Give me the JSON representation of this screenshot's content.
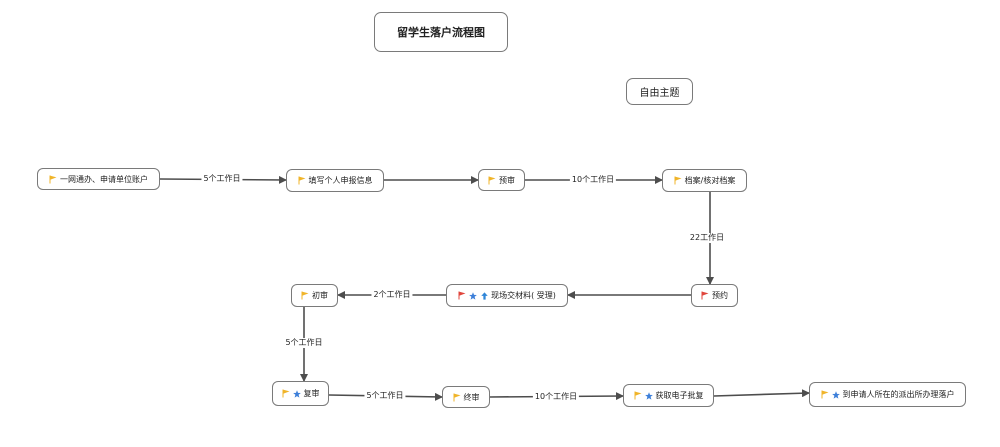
{
  "diagram": {
    "title": "留学生落户流程图",
    "subtitle": "自由主题",
    "colors": {
      "flag_yellow": "#f0b429",
      "flag_red": "#e0453c",
      "star_blue": "#3d7fd9",
      "arrow_up_blue": "#2f86d8",
      "edge": "#4d4d4d"
    },
    "nodes": [
      {
        "id": "n1",
        "text": "一网通办、申请单位账户",
        "icons": [
          "flag-yellow"
        ]
      },
      {
        "id": "n2",
        "text": "填写个人申报信息",
        "icons": [
          "flag-yellow"
        ]
      },
      {
        "id": "n3",
        "text": "预审",
        "icons": [
          "flag-yellow"
        ]
      },
      {
        "id": "n4",
        "text": "档案/核对档案",
        "icons": [
          "flag-yellow"
        ]
      },
      {
        "id": "n5",
        "text": "预约",
        "icons": [
          "flag-red"
        ]
      },
      {
        "id": "n6",
        "text": "现场交材料( 受理)",
        "icons": [
          "flag-red",
          "star-blue",
          "arrow-up-blue"
        ]
      },
      {
        "id": "n7",
        "text": "初审",
        "icons": [
          "flag-yellow"
        ]
      },
      {
        "id": "n8",
        "text": "复审",
        "icons": [
          "flag-yellow",
          "star-blue"
        ]
      },
      {
        "id": "n9",
        "text": "终审",
        "icons": [
          "flag-yellow"
        ]
      },
      {
        "id": "n10",
        "text": "获取电子批复",
        "icons": [
          "flag-yellow",
          "star-blue"
        ]
      },
      {
        "id": "n11",
        "text": "到申请人所在的派出所办理落户",
        "icons": [
          "flag-yellow",
          "star-blue"
        ]
      }
    ],
    "edges": [
      {
        "from": "n1",
        "to": "n2",
        "label": "5个工作日"
      },
      {
        "from": "n2",
        "to": "n3",
        "label": ""
      },
      {
        "from": "n3",
        "to": "n4",
        "label": "10个工作日"
      },
      {
        "from": "n4",
        "to": "n5",
        "label": "22工作日"
      },
      {
        "from": "n5",
        "to": "n6",
        "label": ""
      },
      {
        "from": "n6",
        "to": "n7",
        "label": "2个工作日"
      },
      {
        "from": "n7",
        "to": "n8",
        "label": "5个工作日"
      },
      {
        "from": "n8",
        "to": "n9",
        "label": "5个工作日"
      },
      {
        "from": "n9",
        "to": "n10",
        "label": "10个工作日"
      },
      {
        "from": "n10",
        "to": "n11",
        "label": ""
      }
    ]
  }
}
